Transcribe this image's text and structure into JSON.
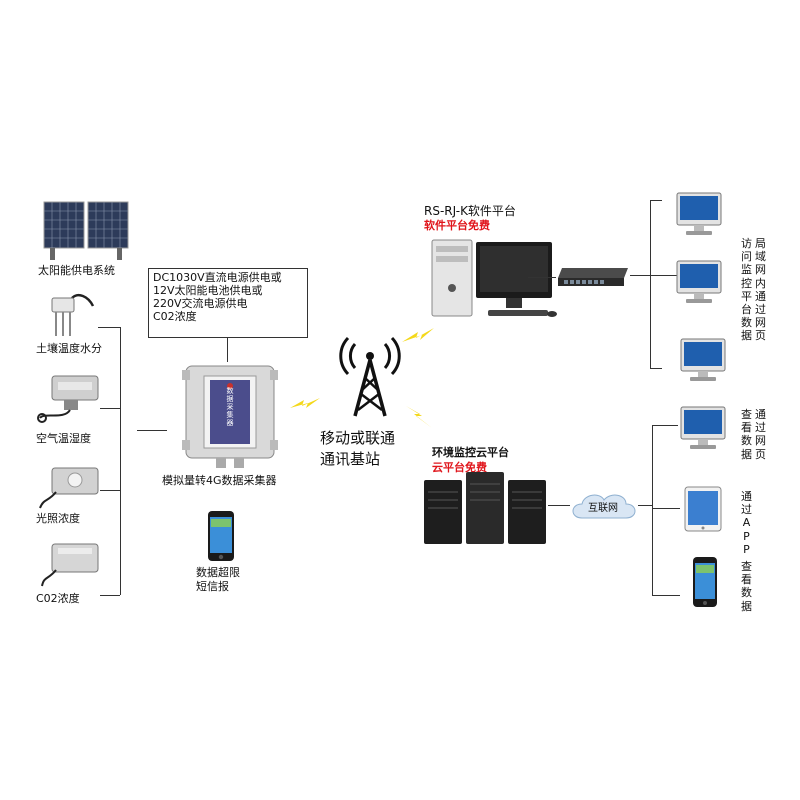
{
  "sensors": {
    "solar": "太阳能供电系统",
    "soil": "土壤温度水分",
    "air": "空气温湿度",
    "light": "光照浓度",
    "co2": "C02浓度"
  },
  "power_supply": [
    "DC1030V直流电源供电或",
    "12V太阳能电池供电或",
    "220V交流电源供电",
    "C02浓度"
  ],
  "collector": {
    "label": "模拟量转4G数据采集器",
    "device_text": "数据采集器"
  },
  "sms": [
    "数据超限",
    "短信报"
  ],
  "tower": [
    "移动或联通",
    "通讯基站"
  ],
  "software": {
    "title": "RS-RJ-K软件平台",
    "subtitle": "软件平台免费"
  },
  "cloud": {
    "title": "环境监控云平台",
    "subtitle": "云平台免费",
    "internet": "互联网"
  },
  "right_labels": {
    "lan_col1": "访问监控平台数据",
    "lan_col2": "局域网内通过网页",
    "web_col1": "查看数据",
    "web_col2": "通过网页",
    "app_col1": "通过APP",
    "app_col2": "查看数据"
  },
  "colors": {
    "accent_red": "#e0151b",
    "lightning": "#f4d81a"
  }
}
